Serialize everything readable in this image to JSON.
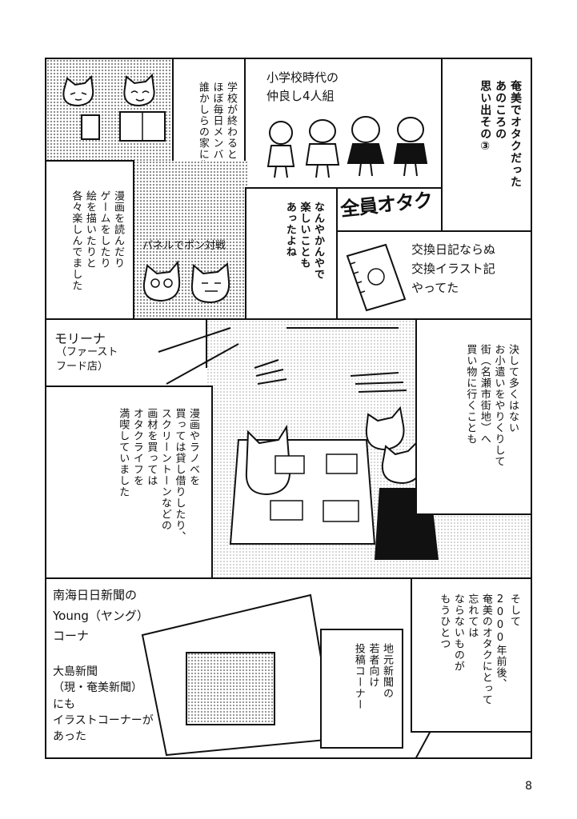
{
  "panel1": {
    "text": "学校が終わると\nほぼ毎日メンバーの\n誰かしらの家に集まり"
  },
  "panel2": {
    "caption": "小学校時代の\n仲良し4人組",
    "stamp": "全員オタク"
  },
  "panel3": {
    "title": "奄美でオタクだった\nあのころの\n思い出その③"
  },
  "panel4": {
    "text": "漫画を読んだり\nゲームをしたり\n絵を描いたりと\n各々楽しんでました",
    "caption": "パネルでポン対戦"
  },
  "panel5": {
    "text": "なんやかんやで\n楽しいことも\nあったよね"
  },
  "panel6": {
    "caption": "交換日記ならぬ\n交換イラスト記\nやってた"
  },
  "panel7": {
    "shop_name": "モリーナ",
    "shop_type": "（ファースト\nフード店）",
    "right_text": "決して多くはない\nお小遣いをやりくりして\n街（名瀬市街地）へ\n買い物に行くことも",
    "left_text": "漫画やラノベを\n買っては貸し借りしたり、\nスクリーントーンなどの\n画材を買っては\nオタクライフを\n満喫していました"
  },
  "panel8": {
    "caption1": "南海日日新聞の\nYoung（ヤング）\nコーナ",
    "caption2": "大島新聞\n（現・奄美新聞）\nにも\nイラストコーナーが\nあった",
    "box_text": "地元新聞の\n若者向け\n投稿コーナー",
    "right_text": "そして\n2000年前後、\n奄美のオタクにとって\n忘れては\nならないものが\nもうひとつ"
  },
  "page_number": "8"
}
